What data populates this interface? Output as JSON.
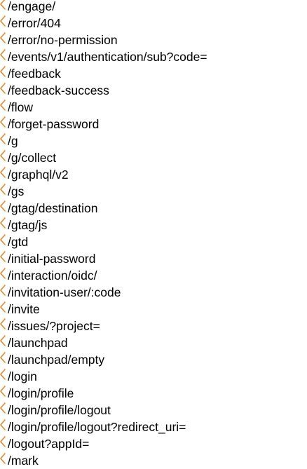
{
  "colors": {
    "marker": "#e08a2e",
    "text": "#000000",
    "background": "#ffffff"
  },
  "routes": {
    "items": [
      {
        "icon": "angle-bracket-icon",
        "label": "/engage/"
      },
      {
        "icon": "angle-bracket-icon",
        "label": "/error/404"
      },
      {
        "icon": "angle-bracket-icon",
        "label": "/error/no-permission"
      },
      {
        "icon": "angle-bracket-icon",
        "label": "/events/v1/authentication/sub?code="
      },
      {
        "icon": "angle-bracket-icon",
        "label": "/feedback"
      },
      {
        "icon": "angle-bracket-icon",
        "label": "/feedback-success"
      },
      {
        "icon": "angle-bracket-icon",
        "label": "/flow"
      },
      {
        "icon": "angle-bracket-icon",
        "label": "/forget-password"
      },
      {
        "icon": "angle-bracket-icon",
        "label": "/g"
      },
      {
        "icon": "angle-bracket-icon",
        "label": "/g/collect"
      },
      {
        "icon": "angle-bracket-icon",
        "label": "/graphql/v2"
      },
      {
        "icon": "angle-bracket-icon",
        "label": "/gs"
      },
      {
        "icon": "angle-bracket-icon",
        "label": "/gtag/destination"
      },
      {
        "icon": "angle-bracket-icon",
        "label": "/gtag/js"
      },
      {
        "icon": "angle-bracket-icon",
        "label": "/gtd"
      },
      {
        "icon": "angle-bracket-icon",
        "label": "/initial-password"
      },
      {
        "icon": "angle-bracket-icon",
        "label": "/interaction/oidc/"
      },
      {
        "icon": "angle-bracket-icon",
        "label": "/invitation-user/:code"
      },
      {
        "icon": "angle-bracket-icon",
        "label": "/invite"
      },
      {
        "icon": "angle-bracket-icon",
        "label": "/issues/?project="
      },
      {
        "icon": "angle-bracket-icon",
        "label": "/launchpad"
      },
      {
        "icon": "angle-bracket-icon",
        "label": "/launchpad/empty"
      },
      {
        "icon": "angle-bracket-icon",
        "label": "/login"
      },
      {
        "icon": "angle-bracket-icon",
        "label": "/login/profile"
      },
      {
        "icon": "angle-bracket-icon",
        "label": "/login/profile/logout"
      },
      {
        "icon": "angle-bracket-icon",
        "label": "/login/profile/logout?redirect_uri="
      },
      {
        "icon": "angle-bracket-icon",
        "label": "/logout?appId="
      },
      {
        "icon": "angle-bracket-icon",
        "label": "/mark"
      }
    ]
  }
}
